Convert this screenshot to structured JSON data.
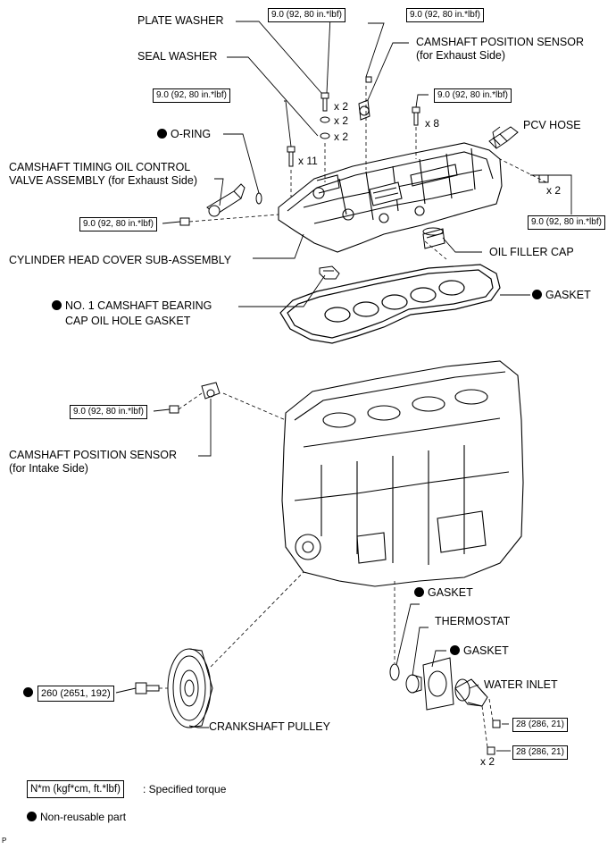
{
  "labels": {
    "plate_washer": "PLATE WASHER",
    "seal_washer": "SEAL WASHER",
    "o_ring": "O-RING",
    "ocv_line1": "CAMSHAFT TIMING OIL CONTROL",
    "ocv_line2": "VALVE ASSEMBLY (for Exhaust Side)",
    "cam_sensor_ex_line1": "CAMSHAFT POSITION SENSOR",
    "cam_sensor_ex_line2": "(for Exhaust Side)",
    "pcv_hose": "PCV HOSE",
    "oil_filler_cap": "OIL FILLER CAP",
    "head_cover": "CYLINDER HEAD COVER SUB-ASSEMBLY",
    "cap_gasket_line1": "NO. 1 CAMSHAFT BEARING",
    "cap_gasket_line2": "CAP OIL HOLE GASKET",
    "gasket_cover": "GASKET",
    "cam_sensor_in_line1": "CAMSHAFT POSITION SENSOR",
    "cam_sensor_in_line2": "(for Intake Side)",
    "gasket_upper": "GASKET",
    "thermostat": "THERMOSTAT",
    "gasket_lower": "GASKET",
    "water_inlet": "WATER INLET",
    "crankshaft_pulley": "CRANKSHAFT PULLEY"
  },
  "torques": {
    "plate_washer_bolt": "9.0 (92, 80 in.*lbf)",
    "cam_sensor_ex": "9.0 (92, 80 in.*lbf)",
    "cover_bolts_11": "9.0 (92, 80 in.*lbf)",
    "cover_bolts_8": "9.0 (92, 80 in.*lbf)",
    "ocv_bolt": "9.0 (92, 80 in.*lbf)",
    "cover_nuts": "9.0 (92, 80 in.*lbf)",
    "cam_sensor_in": "9.0 (92, 80 in.*lbf)",
    "pulley_bolt": "260 (2651, 192)",
    "water_inlet_bolt": "28 (286, 21)",
    "water_inlet_nut": "28 (286, 21)"
  },
  "quantities": {
    "plate_washer_bolt": "x 2",
    "seal_washer": "x 2",
    "plate_washer": "x 2",
    "cover_bolts_11": "x 11",
    "cover_bolts_8": "x 8",
    "cover_nuts": "x 2",
    "water_inlet_nuts": "x 2"
  },
  "legend": {
    "torque_key": "N*m (kgf*cm, ft.*lbf)",
    "torque_text": ": Specified torque",
    "nonreusable_text": "Non-reusable part"
  },
  "corner_mark": "P"
}
